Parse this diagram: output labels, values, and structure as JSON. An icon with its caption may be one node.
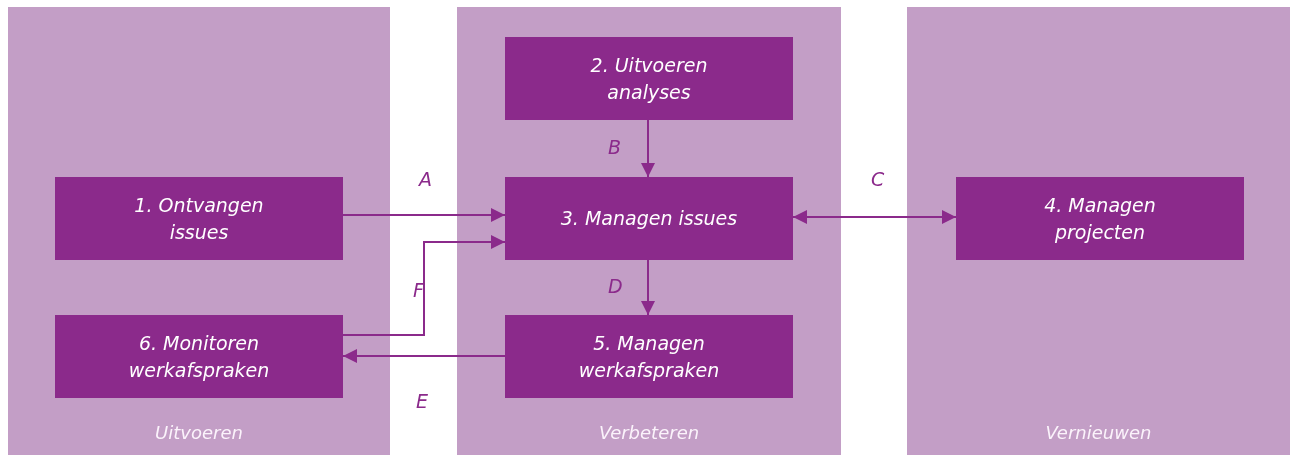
{
  "diagram": {
    "nodes": [
      {
        "text": [
          "Uitvoeren"
        ]
      },
      {
        "text": [
          "1. Ontvangen issues"
        ],
        "in": 0
      },
      {
        "text": [
          "6. Monitoren werkafspraken"
        ],
        "in": 0
      },
      {
        "text": [
          "Verbeteren"
        ]
      },
      {
        "text": [
          "2. Uitvoeren analyses"
        ],
        "in": 3
      },
      {
        "text": [
          "3. Managen issues"
        ],
        "in": 3
      },
      {
        "text": [
          "5. Managen werkafspraken"
        ],
        "in": 3
      },
      {
        "text": [
          "Vernieuwen"
        ]
      },
      {
        "text": [
          "4. Managen projecten"
        ],
        "in": 7
      }
    ],
    "edges": [
      {
        "from": 1,
        "to": 5,
        "arrow": "to",
        "label": "A"
      },
      {
        "from": 4,
        "to": 5,
        "arrow": "to",
        "label": "B"
      },
      {
        "from": 5,
        "to": 8,
        "arrow": "both",
        "label": "C"
      },
      {
        "from": 5,
        "to": 6,
        "arrow": "to",
        "label": "D"
      },
      {
        "from": 6,
        "to": 2,
        "arrow": "to",
        "label": "E"
      },
      {
        "from": 2,
        "to": 5,
        "arrow": "to",
        "label": "F"
      }
    ]
  }
}
